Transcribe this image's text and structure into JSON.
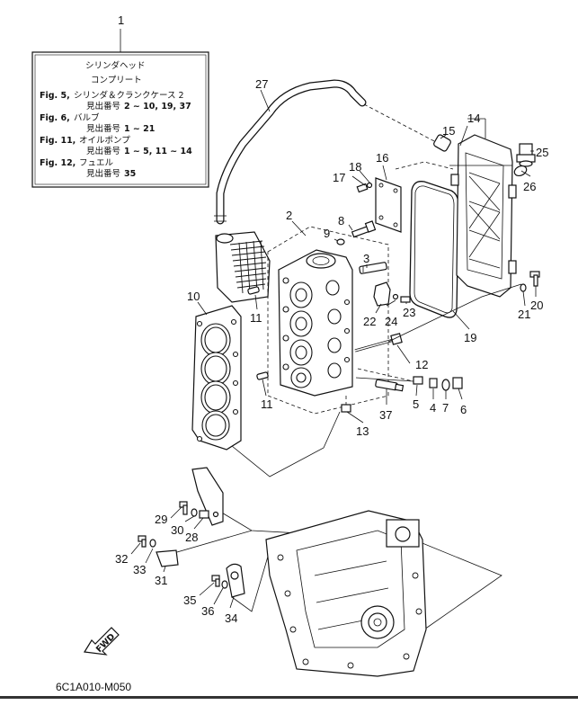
{
  "info_box": {
    "number": "1",
    "title_line1": "シリンダヘッド",
    "title_line2": "コンプリート",
    "lines": [
      {
        "fig": "Fig. 5,",
        "text": "シリンダ＆クランクケース 2",
        "sub": "見出番号",
        "range": "2 ~ 10, 19, 37"
      },
      {
        "fig": "Fig. 6,",
        "text": "バルブ",
        "sub": "見出番号",
        "range": "1 ~ 21"
      },
      {
        "fig": "Fig. 11,",
        "text": "オイルポンプ",
        "sub": "見出番号",
        "range": "1 ~ 5, 11 ~ 14"
      },
      {
        "fig": "Fig. 12,",
        "text": "フュエル",
        "sub": "見出番号",
        "range": "35"
      }
    ]
  },
  "callouts": [
    "2",
    "3",
    "4",
    "5",
    "6",
    "7",
    "8",
    "9",
    "10",
    "11",
    "11",
    "12",
    "13",
    "14",
    "15",
    "16",
    "17",
    "18",
    "19",
    "20",
    "21",
    "22",
    "23",
    "24",
    "25",
    "26",
    "27",
    "28",
    "29",
    "30",
    "31",
    "32",
    "33",
    "34",
    "35",
    "36",
    "37"
  ],
  "fwd_label": "FWD",
  "drawing_code": "6C1A010-M050"
}
